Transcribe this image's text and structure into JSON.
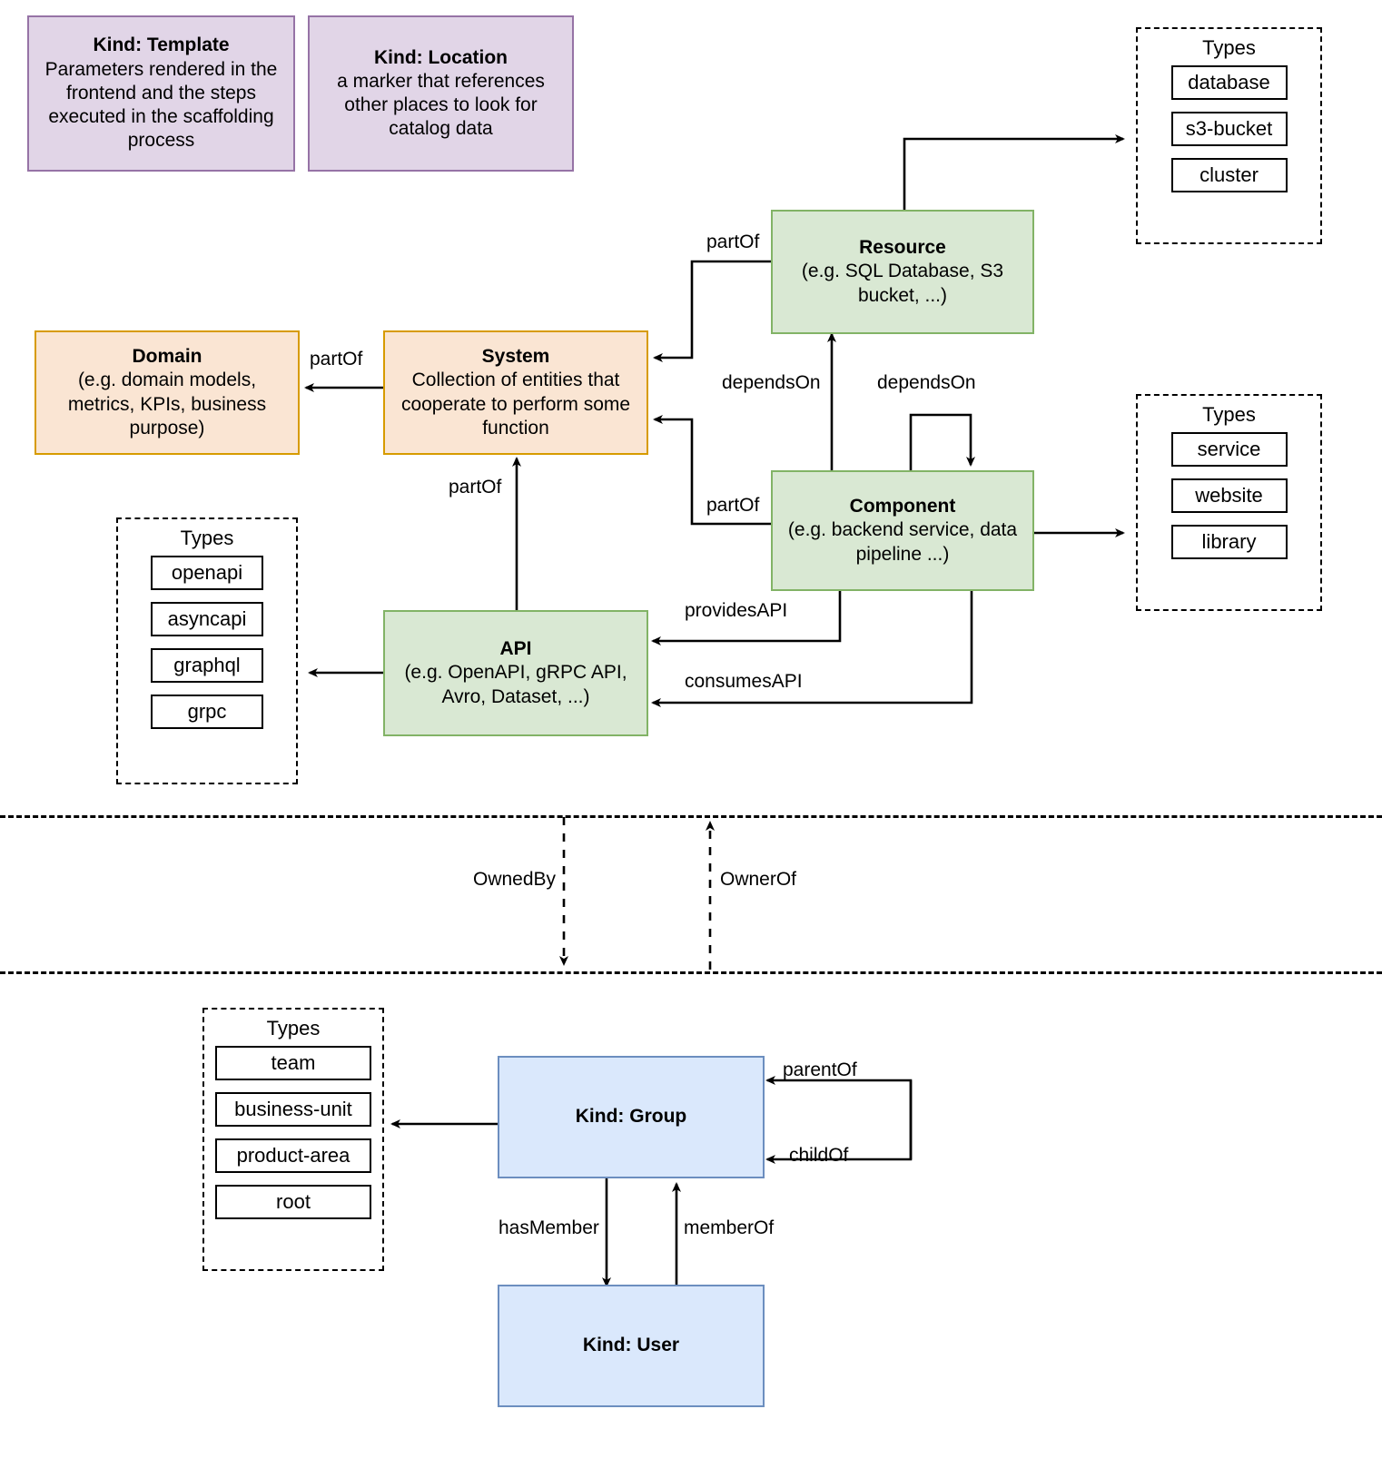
{
  "diagram": {
    "title": "Backstage catalog entity kinds and relations",
    "colors": {
      "purple_fill": "#e1d5e7",
      "purple_border": "#9673a6",
      "orange_fill": "#fae5d3",
      "orange_border": "#d79b00",
      "green_fill": "#d9e8d3",
      "green_border": "#82b366",
      "blue_fill": "#dae8fc",
      "blue_border": "#6c8ebf",
      "line": "#000000"
    }
  },
  "nodes": {
    "template": {
      "title": "Kind: Template",
      "sub": "Parameters rendered in the frontend and the steps executed in  the scaffolding process"
    },
    "location": {
      "title": "Kind: Location",
      "sub": "a marker that references other places to look for catalog data"
    },
    "domain": {
      "title": "Domain",
      "sub": "(e.g.  domain models, metrics, KPIs, business purpose)"
    },
    "system": {
      "title": "System",
      "sub": "Collection of entities that cooperate to perform some function"
    },
    "resource": {
      "title": "Resource",
      "sub": "(e.g. SQL Database, S3 bucket, ...)"
    },
    "component": {
      "title": "Component",
      "sub": "(e.g. backend service, data pipeline ...)"
    },
    "api": {
      "title": "API",
      "sub": "(e.g. OpenAPI, gRPC API, Avro, Dataset, ...)"
    },
    "group": {
      "title": "Kind: Group",
      "sub": ""
    },
    "user": {
      "title": "Kind: User",
      "sub": ""
    }
  },
  "type_groups": {
    "resource_types": {
      "label": "Types",
      "items": [
        "database",
        "s3-bucket",
        "cluster"
      ]
    },
    "component_types": {
      "label": "Types",
      "items": [
        "service",
        "website",
        "library"
      ]
    },
    "api_types": {
      "label": "Types",
      "items": [
        "openapi",
        "asyncapi",
        "graphql",
        "grpc"
      ]
    },
    "group_types": {
      "label": "Types",
      "items": [
        "team",
        "business-unit",
        "product-area",
        "root"
      ]
    }
  },
  "edge_labels": {
    "system_partof_domain": "partOf",
    "resource_partof_system": "partOf",
    "component_partof_system": "partOf",
    "api_partof_system": "partOf",
    "component_dependson_resource": "dependsOn",
    "component_dependson_component": "dependsOn",
    "component_providesapi": "providesAPI",
    "component_consumesapi": "consumesAPI",
    "ownedby": "OwnedBy",
    "ownerof": "OwnerOf",
    "group_parentof": "parentOf",
    "group_childof": "childOf",
    "group_hasmember": "hasMember",
    "user_memberof": "memberOf"
  }
}
